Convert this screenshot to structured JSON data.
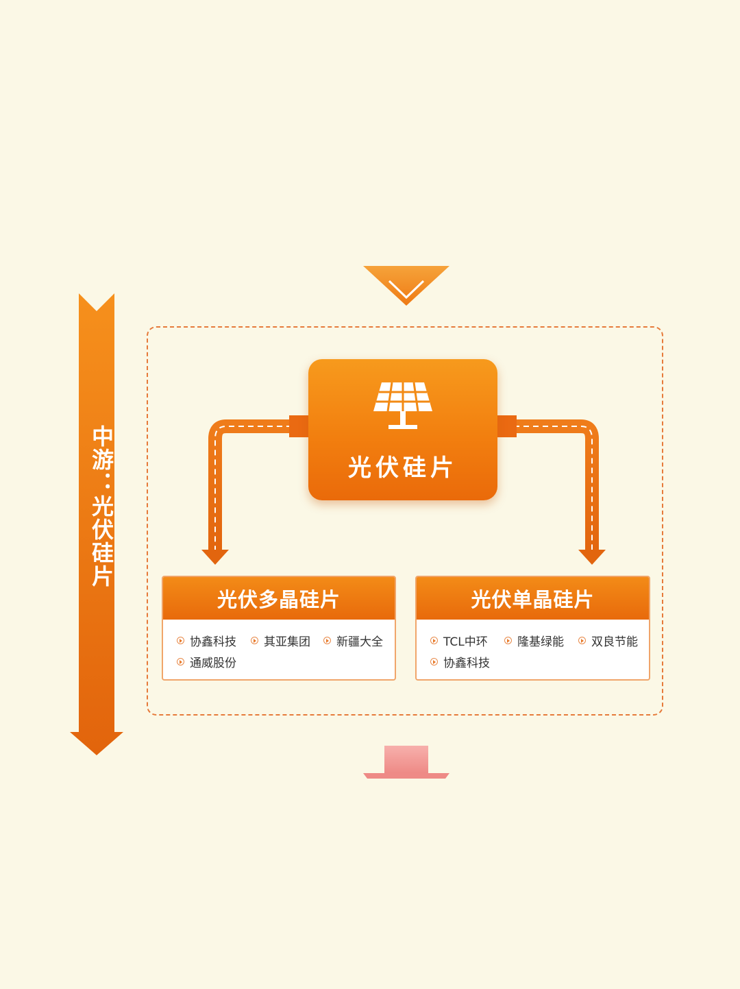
{
  "side_label": "中游：光伏硅片",
  "center": {
    "title": "光伏硅片",
    "icon": "solar-panel-icon"
  },
  "categories": [
    {
      "title": "光伏多晶硅片",
      "companies": [
        "协鑫科技",
        "其亚集团",
        "新疆大全",
        "通威股份"
      ]
    },
    {
      "title": "光伏单晶硅片",
      "companies": [
        "TCL中环",
        "隆基绿能",
        "双良节能",
        "协鑫科技"
      ]
    }
  ],
  "colors": {
    "background": "#fbf8e6",
    "accent": "#f07a12",
    "frame": "#e67a3a",
    "bottom_block": "#f4a0a0"
  }
}
